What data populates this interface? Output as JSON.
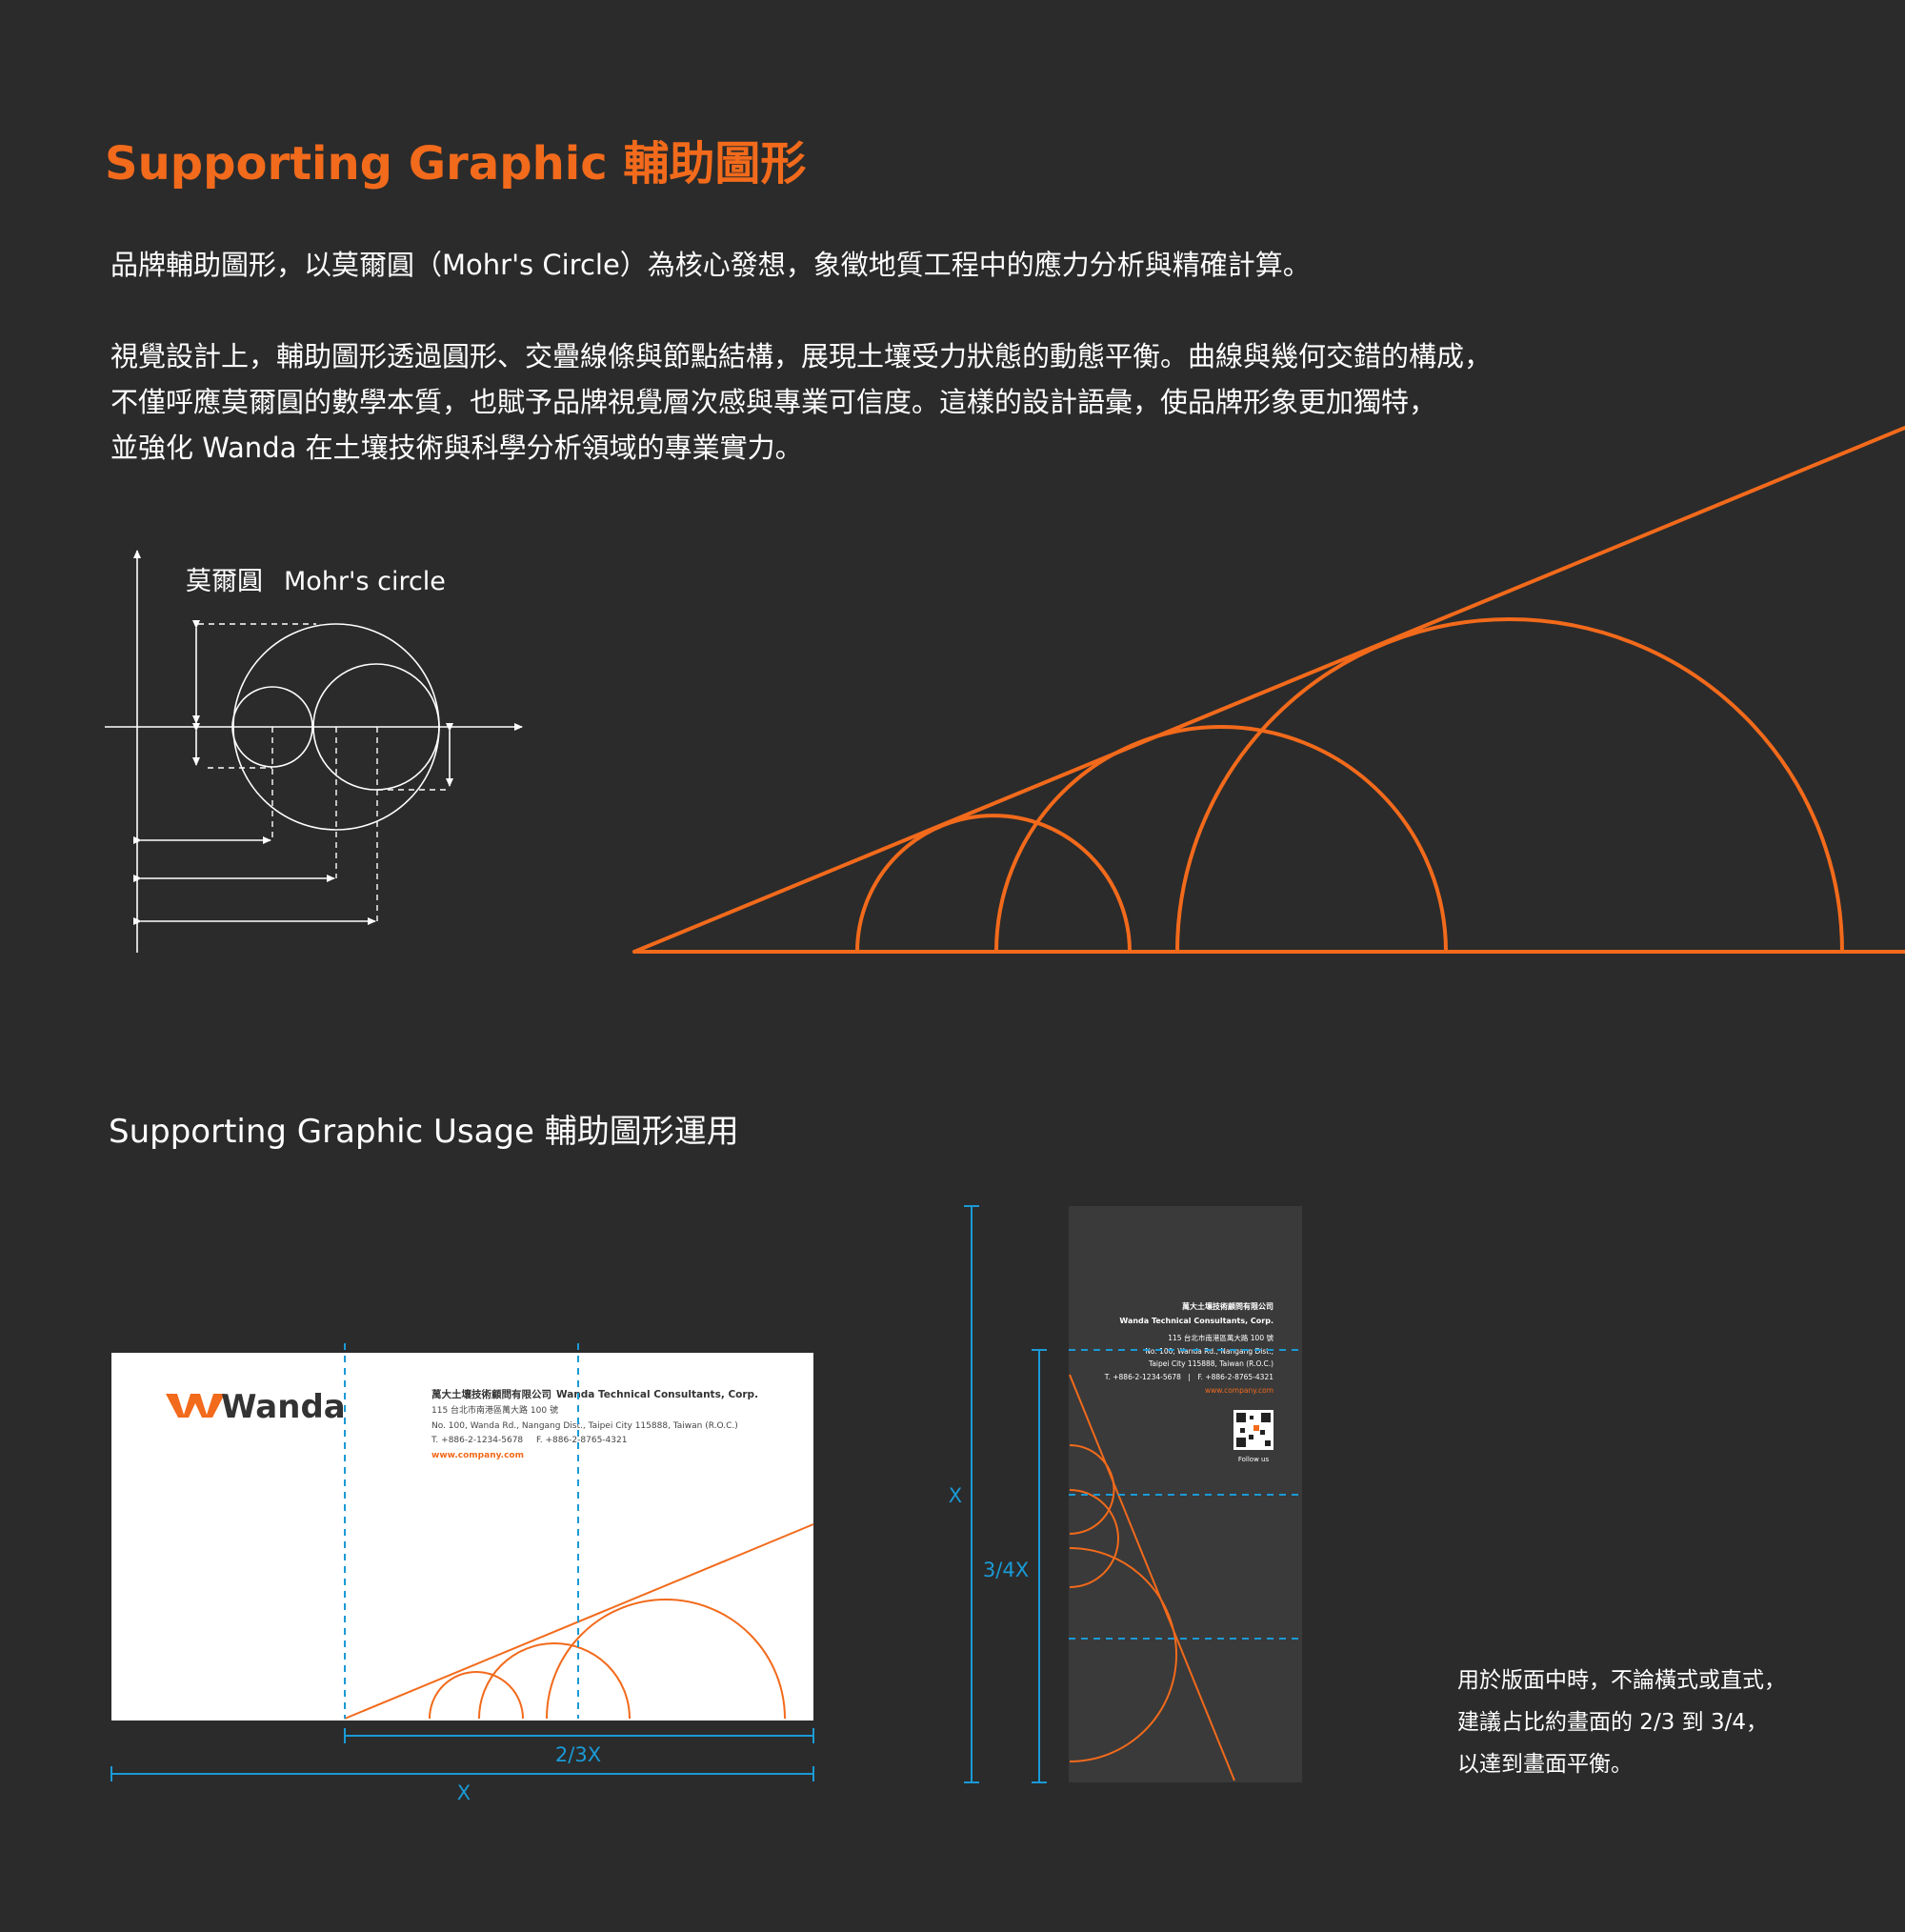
{
  "section": {
    "title": "Supporting Graphic 輔助圖形",
    "intro": "品牌輔助圖形，以莫爾圓（Mohr's Circle）為核心發想，象徵地質工程中的應力分析與精確計算。",
    "description_lines": [
      "視覺設計上，輔助圖形透過圓形、交疊線條與節點結構，展現土壤受力狀態的動態平衡。曲線與幾何交錯的構成，",
      "不僅呼應莫爾圓的數學本質，也賦予品牌視覺層次感與專業可信度。這樣的設計語彙，使品牌形象更加獨特，",
      "並強化 Wanda 在土壤技術與科學分析領域的專業實力。"
    ]
  },
  "mohr_diagram": {
    "label_zh": "莫爾圓",
    "label_en": "Mohr's circle"
  },
  "usage": {
    "title": "Supporting Graphic Usage 輔助圖形運用",
    "card": {
      "logo_text": "Wanda",
      "company_zh": "萬大土壤技術顧問有限公司",
      "company_en": "Wanda Technical Consultants, Corp.",
      "address_zh": "115 台北市南港區萬大路 100 號",
      "address_en": "No. 100, Wanda Rd., Nangang Dist., Taipei City 115888, Taiwan (R.O.C.)",
      "phone": "T. +886-2-1234-5678",
      "fax": "F. +886-2-8765-4321",
      "website": "www.company.com"
    },
    "card_dimensions": {
      "width_label": "X",
      "graphic_label": "2/3X"
    },
    "vertical": {
      "company_zh": "萬大土壤技術顧問有限公司",
      "company_en": "Wanda Technical Consultants, Corp.",
      "address_zh": "115 台北市南港區萬大路 100 號",
      "address_en_1": "No. 100, Wanda Rd., Nangang Dist.,",
      "address_en_2": "Taipei City 115888, Taiwan (R.O.C.)",
      "contact": "T. +886-2-1234-5678　|　F. +886-2-8765-4321",
      "website": "www.company.com",
      "follow": "Follow us",
      "height_label": "X",
      "graphic_label": "3/4X"
    },
    "note_lines": [
      "用於版面中時，不論橫式或直式，",
      "建議占比約畫面的 2/3 到 3/4，",
      "以達到畫面平衡。"
    ]
  },
  "colors": {
    "background": "#2b2b2b",
    "accent_orange": "#f26a1b",
    "guide_blue": "#1a9ad6",
    "text": "#ffffff"
  }
}
